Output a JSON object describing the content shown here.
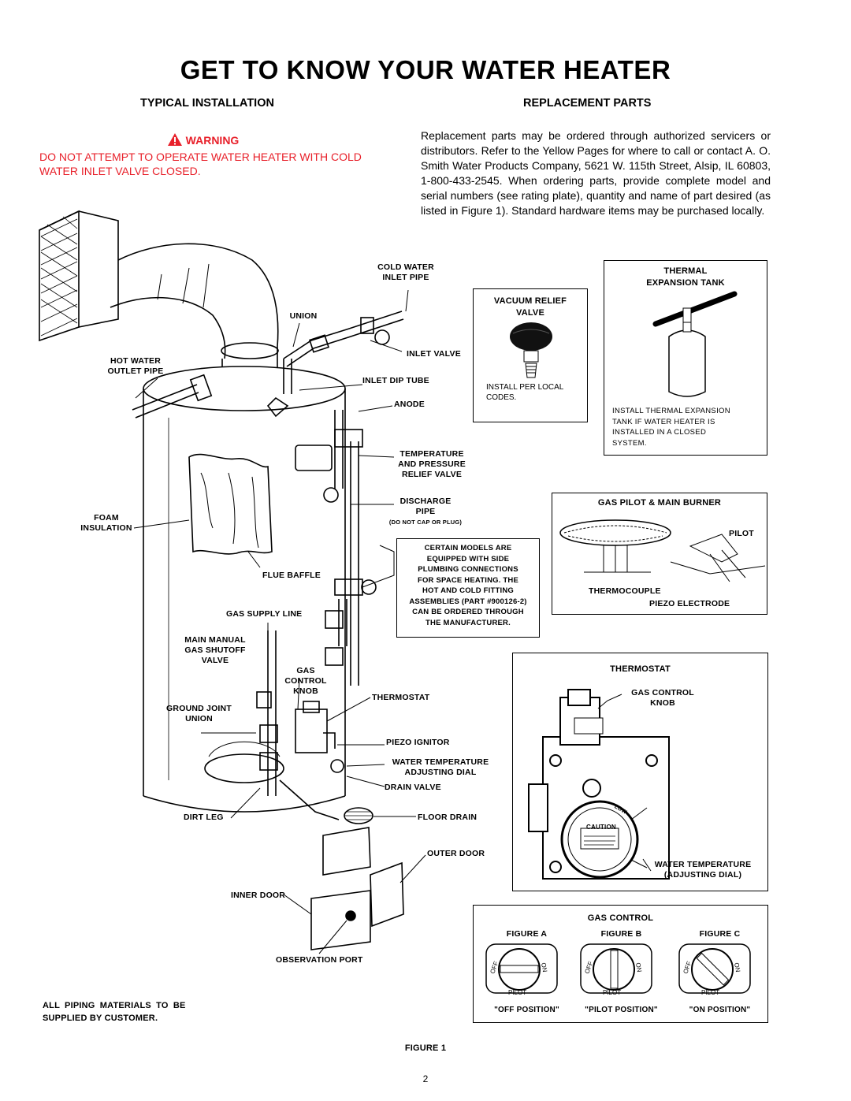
{
  "page_title": "GET TO KNOW YOUR WATER HEATER",
  "sections": {
    "installation_title": "TYPICAL INSTALLATION",
    "replacement_title": "REPLACEMENT PARTS"
  },
  "warning": {
    "label": "WARNING",
    "text": "DO NOT ATTEMPT TO OPERATE WATER HEATER WITH COLD WATER INLET VALVE CLOSED.",
    "color": "#e8202a"
  },
  "replacement_text": "Replacement parts may be ordered through authorized servicers or distributors. Refer to the Yellow Pages for where to call or contact A. O. Smith Water Products Company, 5621 W. 115th Street, Alsip, IL 60803, 1-800-433-2545. When ordering parts, provide complete model and serial numbers (see rating plate), quantity and name of part desired (as listed in Figure 1). Standard hardware items may be purchased locally.",
  "diagram_labels": {
    "cold_water": "COLD WATER",
    "inlet_pipe": "INLET PIPE",
    "union": "UNION",
    "inlet_valve": "INLET VALVE",
    "hot_water": "HOT WATER",
    "outlet_pipe": "OUTLET PIPE",
    "inlet_dip_tube": "INLET DIP TUBE",
    "anode": "ANODE",
    "temperature": "TEMPERATURE",
    "and_pressure": "AND PRESSURE",
    "relief_valve": "RELIEF VALVE",
    "discharge": "DISCHARGE",
    "pipe": "PIPE",
    "do_not_cap": "(DO NOT CAP OR PLUG)",
    "foam": "FOAM",
    "insulation": "INSULATION",
    "flue_baffle": "FLUE BAFFLE",
    "gas_supply_line": "GAS SUPPLY LINE",
    "main_manual": "MAIN MANUAL",
    "gas_shutoff": "GAS SHUTOFF",
    "valve": "VALVE",
    "gas": "GAS",
    "control": "CONTROL",
    "knob": "KNOB",
    "thermostat": "THERMOSTAT",
    "ground_joint": "GROUND JOINT",
    "union2": "UNION",
    "piezo_ignitor": "PIEZO IGNITOR",
    "water_temperature": "WATER TEMPERATURE",
    "adjusting_dial": "ADJUSTING DIAL",
    "drain_valve": "DRAIN VALVE",
    "dirt_leg": "DIRT LEG",
    "floor_drain": "FLOOR DRAIN",
    "outer_door": "OUTER DOOR",
    "inner_door": "INNER DOOR",
    "observation_port": "OBSERVATION PORT"
  },
  "side_note": [
    "CERTAIN MODELS ARE",
    "EQUIPPED WITH SIDE",
    "PLUMBING CONNECTIONS",
    "FOR SPACE HEATING. THE",
    "HOT AND COLD FITTING",
    "ASSEMBLIES (PART #900126-2)",
    "CAN BE ORDERED THROUGH",
    "THE MANUFACTURER."
  ],
  "vacuum_box": {
    "title1": "VACUUM RELIEF",
    "title2": "VALVE",
    "note1": "INSTALL PER LOCAL",
    "note2": "CODES."
  },
  "thermal_box": {
    "title1": "THERMAL",
    "title2": "EXPANSION TANK",
    "note": [
      "INSTALL THERMAL EXPANSION",
      "TANK IF WATER HEATER IS",
      "INSTALLED IN A CLOSED",
      "SYSTEM."
    ]
  },
  "pilot_box": {
    "title": "GAS PILOT & MAIN BURNER",
    "pilot": "PILOT",
    "thermocouple": "THERMOCOUPLE",
    "piezo_electrode": "PIEZO ELECTRODE"
  },
  "thermostat_box": {
    "title": "THERMOSTAT",
    "gas_control": "GAS CONTROL",
    "knob": "KNOB",
    "water_temp": "WATER TEMPERATURE",
    "adjusting_dial": "(ADJUSTING DIAL)",
    "caution": "CAUTION",
    "low": "LOW"
  },
  "gas_control_box": {
    "title": "GAS CONTROL",
    "figures": [
      {
        "label": "FIGURE A",
        "position": "\"OFF POSITION\""
      },
      {
        "label": "FIGURE B",
        "position": "\"PILOT POSITION\""
      },
      {
        "label": "FIGURE C",
        "position": "\"ON POSITION\""
      }
    ]
  },
  "piping_note1": "ALL PIPING MATERIALS TO BE",
  "piping_note2": "SUPPLIED BY CUSTOMER.",
  "figure_caption": "FIGURE 1",
  "page_number": "2"
}
